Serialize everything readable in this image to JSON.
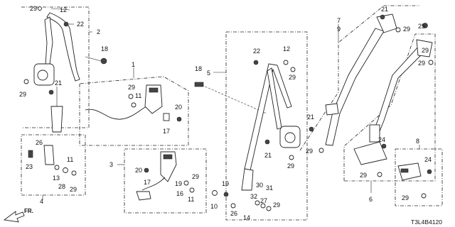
{
  "diagram": {
    "code": "T3L4B4120",
    "direction_label": "FR.",
    "callouts": {
      "c29a": "29",
      "c12a": "12",
      "c22a": "22",
      "c2": "2",
      "c18a": "18",
      "c29b": "29",
      "c21a": "21",
      "c1": "1",
      "c29c": "29",
      "c11a": "11",
      "c20a": "20",
      "c17a": "17",
      "c26a": "26",
      "c23": "23",
      "c11b": "11",
      "c13": "13",
      "c28": "28",
      "c29d": "29",
      "c4": "4",
      "c3": "3",
      "c20b": "20",
      "c17b": "17",
      "c19a": "19",
      "c29e": "29",
      "c16": "16",
      "c11c": "11",
      "c18b": "18",
      "c5": "5",
      "c22b": "22",
      "c12b": "12",
      "c29f": "29",
      "c21b": "21",
      "c29g": "29",
      "c19b": "19",
      "c10": "10",
      "c26b": "26",
      "c14": "14",
      "c32": "32",
      "c30": "30",
      "c27": "27",
      "c31": "31",
      "c29h": "29",
      "c7": "7",
      "c9": "9",
      "c21c": "21",
      "c29i": "29",
      "c21d": "21",
      "c29j": "29",
      "c25": "25",
      "c29k": "29",
      "c29l": "29",
      "c24a": "24",
      "c29m": "29",
      "c6": "6",
      "c8": "8",
      "c24b": "24",
      "c29n": "29"
    }
  }
}
